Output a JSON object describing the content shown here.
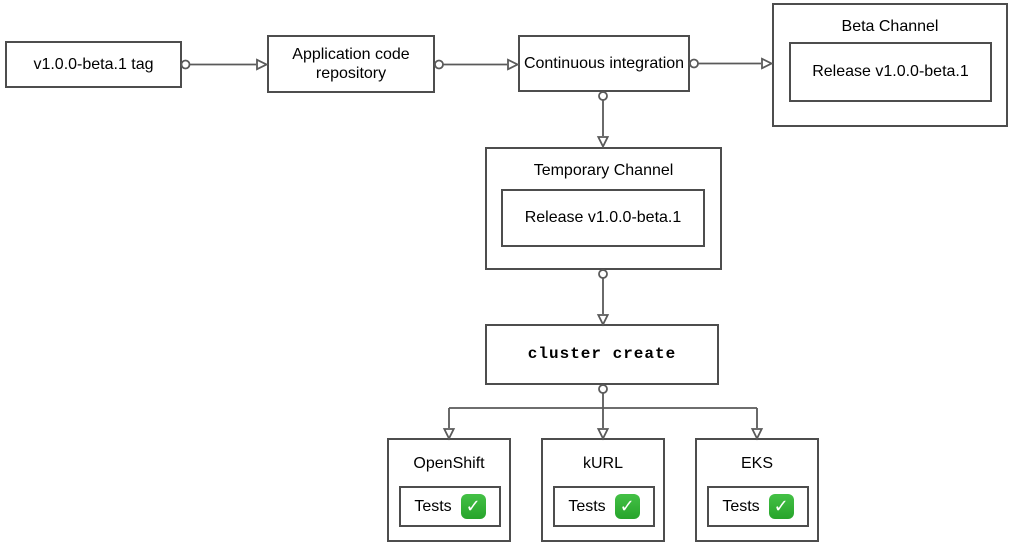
{
  "nodes": {
    "tag": {
      "label": "v1.0.0-beta.1 tag"
    },
    "repository": {
      "label": "Application code repository"
    },
    "ci": {
      "label": "Continuous integration"
    },
    "beta_channel": {
      "title": "Beta Channel",
      "release_label": "Release v1.0.0-beta.1"
    },
    "temporary_channel": {
      "title": "Temporary Channel",
      "release_label": "Release v1.0.0-beta.1"
    },
    "cluster_create": {
      "label": "cluster create"
    },
    "clusters": [
      {
        "title": "OpenShift",
        "tests_label": "Tests"
      },
      {
        "title": "kURL",
        "tests_label": "Tests"
      },
      {
        "title": "EKS",
        "tests_label": "Tests"
      }
    ]
  },
  "icons": {
    "check_mark": {
      "name": "check-mark-icon",
      "glyph": "✓",
      "background": "#2EAD33",
      "color": "#ffffff"
    }
  },
  "colors": {
    "background": "#ffffff",
    "box_border": "#4d4d4d",
    "connector": "#5a5a5a",
    "text": "#000000"
  }
}
